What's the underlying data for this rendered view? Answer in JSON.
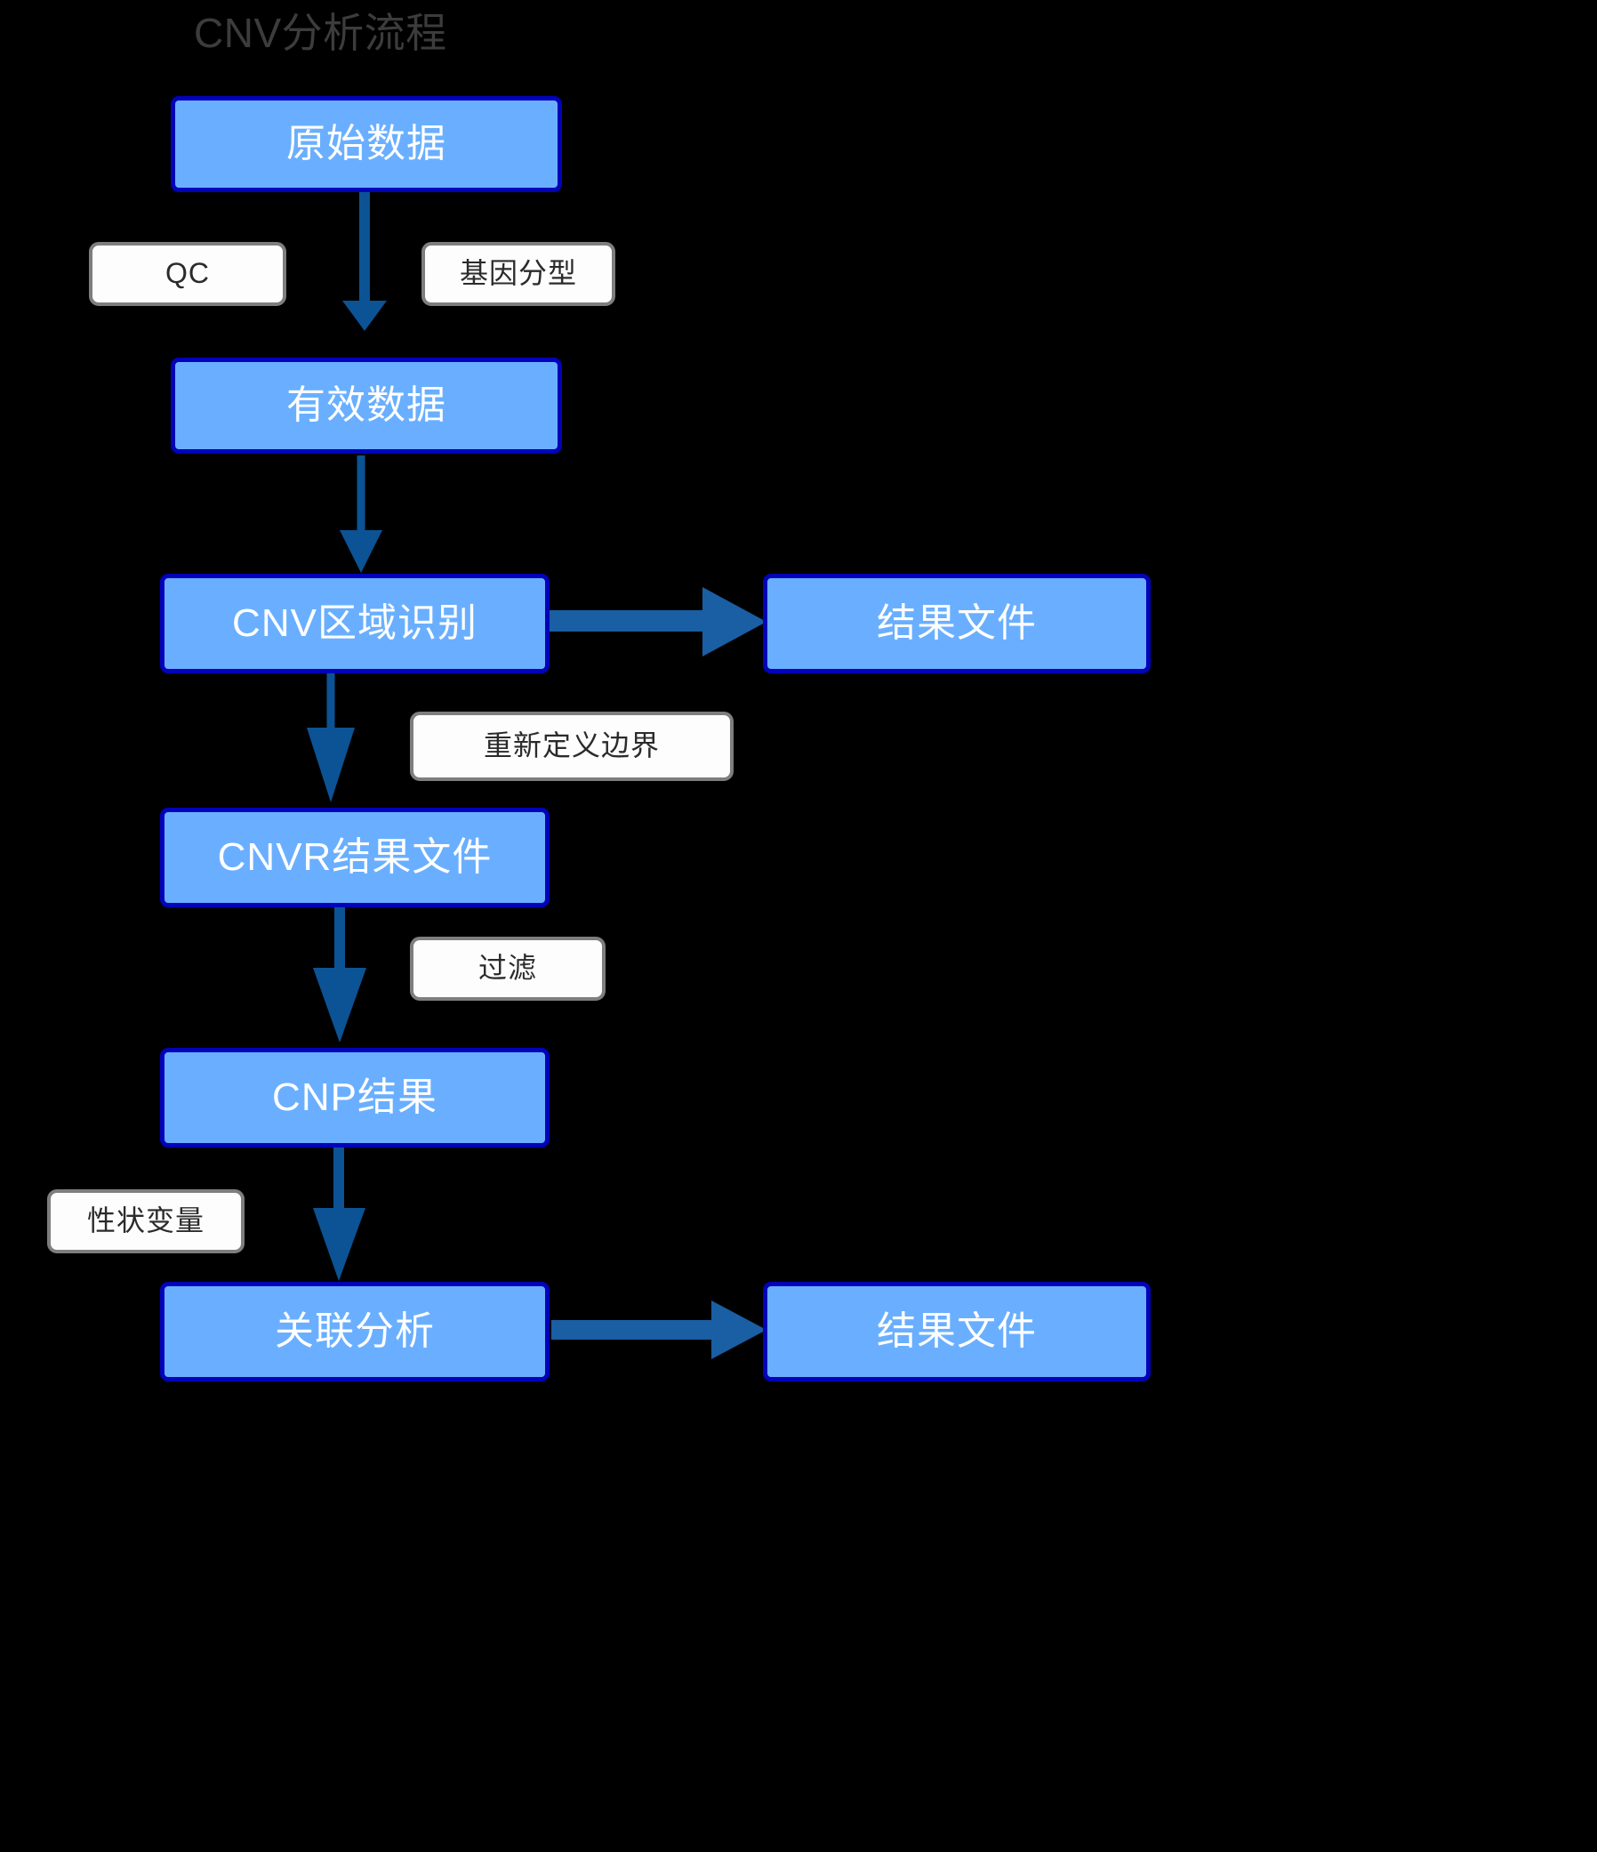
{
  "diagram": {
    "title": "CNV分析流程",
    "background_color": "#000000",
    "title_color": "#3c3c3c",
    "node_fill_color": "#6aafff",
    "node_border_color": "#0202b8",
    "node_text_color": "#ffffff",
    "label_fill_color": "#fdfdfd",
    "label_border_color": "#7e7e7e",
    "label_text_color": "#2b2b2b",
    "arrow_color": "#0b5394"
  },
  "nodes": [
    {
      "id": "raw-data",
      "label": "原始数据"
    },
    {
      "id": "valid-data",
      "label": "有效数据"
    },
    {
      "id": "cnv-region",
      "label": "CNV区域识别"
    },
    {
      "id": "result-file-1",
      "label": "结果文件"
    },
    {
      "id": "cnvr-result",
      "label": "CNVR结果文件"
    },
    {
      "id": "cnp-result",
      "label": "CNP结果"
    },
    {
      "id": "assoc-analysis",
      "label": "关联分析"
    },
    {
      "id": "result-file-2",
      "label": "结果文件"
    }
  ],
  "edge_labels": [
    {
      "id": "qc",
      "label": "QC"
    },
    {
      "id": "genotyping",
      "label": "基因分型"
    },
    {
      "id": "redefine",
      "label": "重新定义边界"
    },
    {
      "id": "filter",
      "label": "过滤"
    },
    {
      "id": "trait",
      "label": "性状变量"
    }
  ],
  "edges": [
    {
      "from": "raw-data",
      "to": "valid-data",
      "direction": "down",
      "labels": [
        "QC",
        "基因分型"
      ]
    },
    {
      "from": "valid-data",
      "to": "cnv-region",
      "direction": "down",
      "labels": []
    },
    {
      "from": "cnv-region",
      "to": "result-file-1",
      "direction": "right",
      "labels": []
    },
    {
      "from": "cnv-region",
      "to": "cnvr-result",
      "direction": "down",
      "labels": [
        "重新定义边界"
      ]
    },
    {
      "from": "cnvr-result",
      "to": "cnp-result",
      "direction": "down",
      "labels": [
        "过滤"
      ]
    },
    {
      "from": "cnp-result",
      "to": "assoc-analysis",
      "direction": "down",
      "labels": [
        "性状变量"
      ]
    },
    {
      "from": "assoc-analysis",
      "to": "result-file-2",
      "direction": "right",
      "labels": []
    }
  ]
}
